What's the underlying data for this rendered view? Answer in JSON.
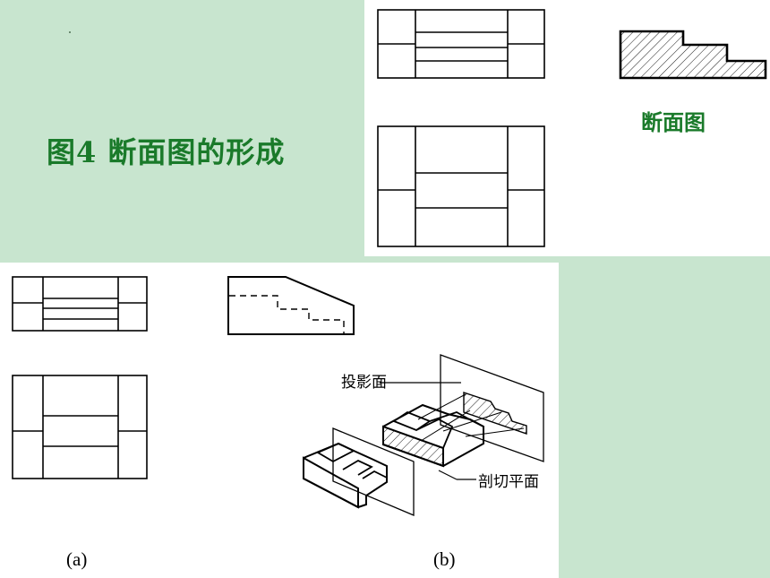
{
  "title": "图4 断面图的形成",
  "section_caption": "断面图",
  "sub_labels": {
    "a": "(a)",
    "b": "(b)"
  },
  "callouts": {
    "projection_plane": "投影面",
    "cutting_plane": "剖切平面"
  },
  "colors": {
    "background": "#c8e5cf",
    "title_green": "#1a7a2a",
    "panel": "#ffffff"
  }
}
